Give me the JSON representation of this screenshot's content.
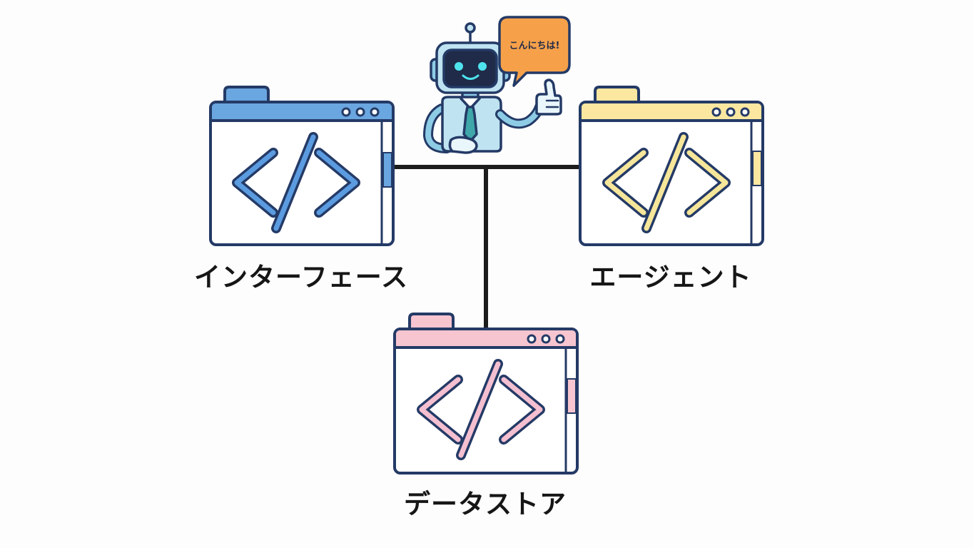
{
  "robot": {
    "speech_bubble": "こんにちは!"
  },
  "nodes": [
    {
      "label": "インターフェース",
      "color": "#6aa6e0",
      "code_color": "#5b9be0"
    },
    {
      "label": "エージェント",
      "color": "#fbe7a0",
      "code_color": "#f6e69a"
    },
    {
      "label": "データストア",
      "color": "#f7c5d0",
      "code_color": "#f4bfd0"
    }
  ],
  "colors": {
    "outline": "#243a66",
    "connector": "#1c1c1c",
    "robot_body": "#bfe3f1",
    "robot_face": "#1f2b48",
    "robot_eyes": "#4fe3ee",
    "bubble": "#f6a14a"
  },
  "icons": [
    "code-icon",
    "robot-icon",
    "speech-bubble-icon"
  ]
}
